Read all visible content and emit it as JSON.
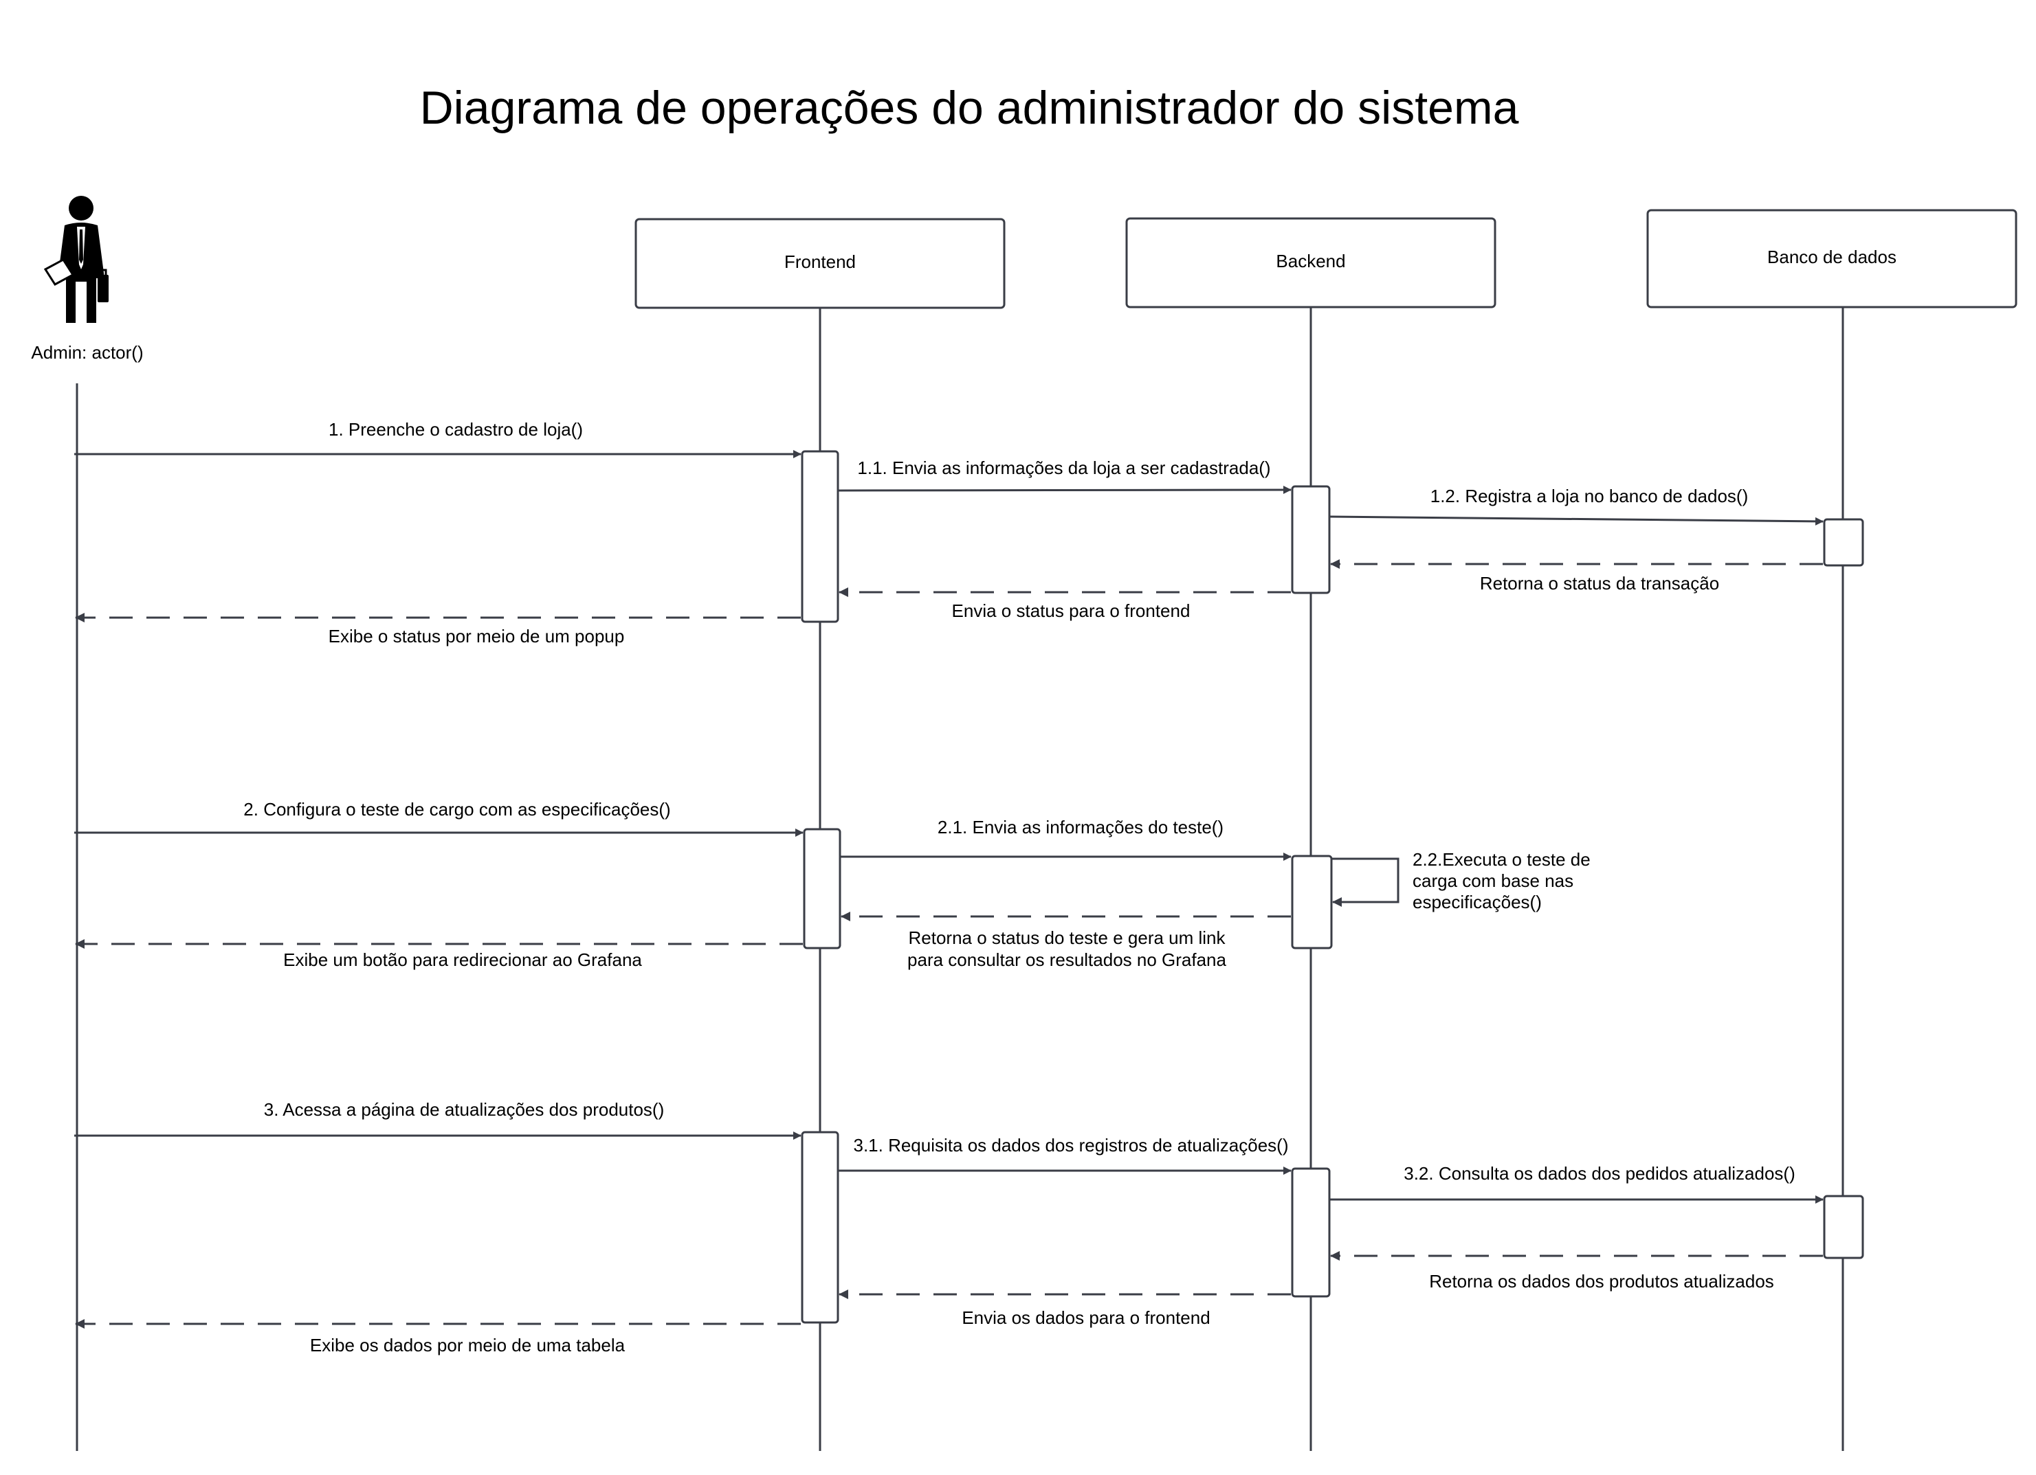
{
  "title": "Diagrama de operações do administrador do sistema",
  "actor": {
    "label": "Admin: actor()",
    "icon": "businessman-icon"
  },
  "participants": [
    {
      "id": "frontend",
      "label": "Frontend"
    },
    {
      "id": "backend",
      "label": "Backend"
    },
    {
      "id": "db",
      "label": "Banco de dados"
    }
  ],
  "messages": {
    "m1": "1. Preenche o cadastro de loja()",
    "m1_1": "1.1. Envia as informações da loja a ser cadastrada()",
    "m1_2": "1.2. Registra a loja no banco de dados()",
    "r1_db": "Retorna o status da transação",
    "r1_be": "Envia o status para o frontend",
    "r1_fe": "Exibe o status por meio de um popup",
    "m2": "2. Configura o teste de cargo com as especificações()",
    "m2_1": "2.1. Envia as informações do teste()",
    "m2_2_l1": "2.2.Executa o teste de",
    "m2_2_l2": "carga com base nas",
    "m2_2_l3": "especificações()",
    "r2_be_l1": "Retorna o status do teste e gera um link",
    "r2_be_l2": "para consultar os resultados no Grafana",
    "r2_fe": "Exibe um botão para redirecionar ao Grafana",
    "m3": "3. Acessa a página de atualizações dos produtos()",
    "m3_1": "3.1. Requisita os dados dos registros de atualizações()",
    "m3_2": "3.2. Consulta os dados dos pedidos atualizados()",
    "r3_db": "Retorna os dados dos produtos atualizados",
    "r3_be": "Envia os dados para o frontend",
    "r3_fe": "Exibe os dados por meio de uma tabela"
  },
  "colors": {
    "line": "#3a3d46",
    "text": "#000000",
    "background": "#ffffff"
  }
}
